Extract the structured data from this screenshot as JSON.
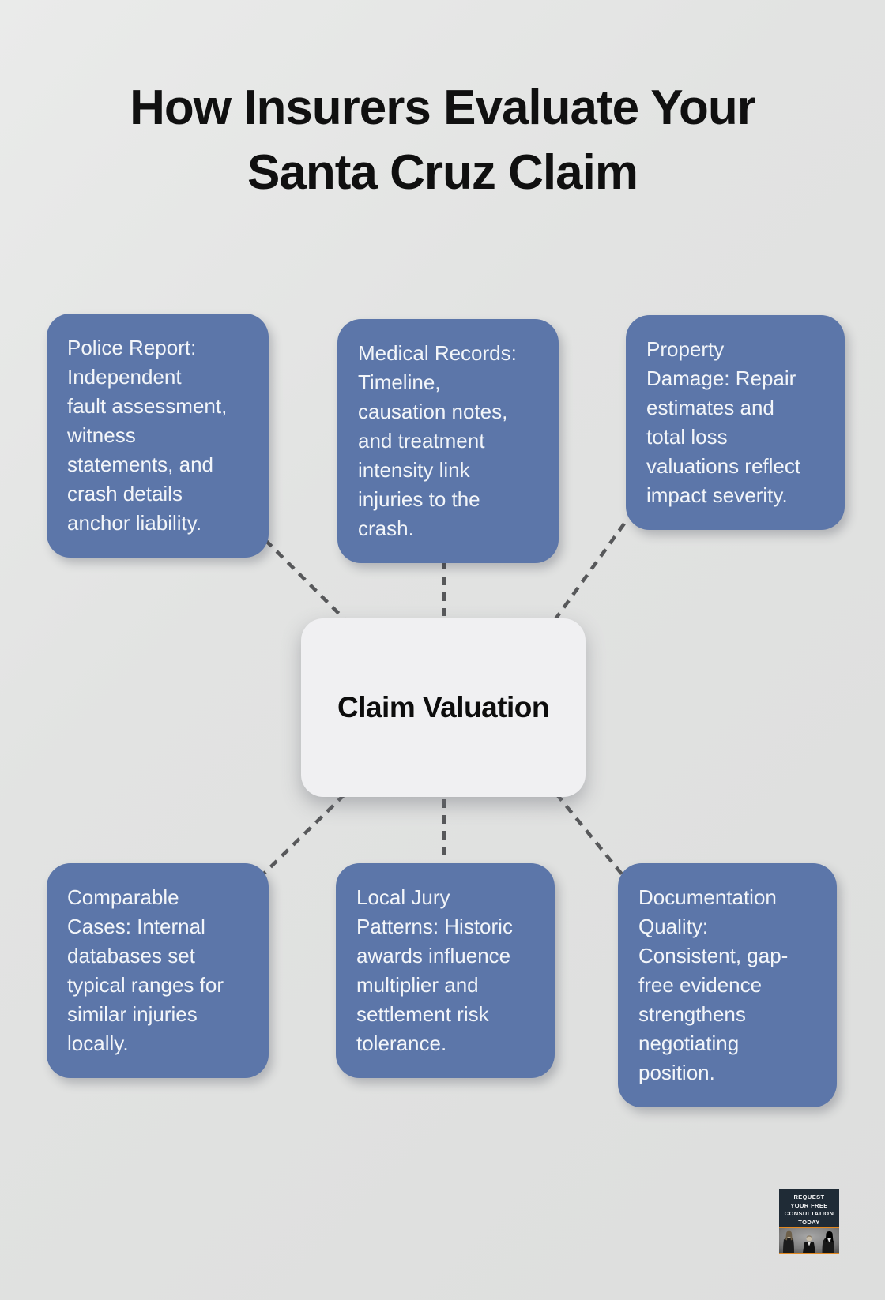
{
  "title": {
    "lines": [
      "How Insurers Evaluate Your",
      "Santa Cruz Claim"
    ]
  },
  "center_node": {
    "label": "Claim Valuation"
  },
  "factors": [
    {
      "name": "police-report",
      "lines": [
        "Police Report:",
        "Independent",
        "fault assessment,",
        "witness",
        "statements, and",
        "crash details",
        "anchor liability."
      ]
    },
    {
      "name": "medical-records",
      "lines": [
        "Medical Records:",
        "Timeline,",
        "causation notes,",
        "and treatment",
        "intensity link",
        "injuries to the",
        "crash."
      ]
    },
    {
      "name": "property-damage",
      "lines": [
        "Property",
        "Damage: Repair",
        "estimates and",
        "total loss",
        "valuations reflect",
        "impact severity."
      ]
    },
    {
      "name": "comparable-cases",
      "lines": [
        "Comparable",
        "Cases: Internal",
        "databases set",
        "typical ranges for",
        "similar injuries",
        "locally."
      ]
    },
    {
      "name": "local-jury-patterns",
      "lines": [
        "Local Jury",
        "Patterns: Historic",
        "awards influence",
        "multiplier and",
        "settlement risk",
        "tolerance."
      ]
    },
    {
      "name": "documentation-quality",
      "lines": [
        "Documentation",
        "Quality:",
        "Consistent, gap-",
        "free evidence",
        "strengthens",
        "negotiating",
        "position."
      ]
    }
  ],
  "consultation_badge": {
    "lines": [
      "REQUEST",
      "YOUR FREE",
      "CONSULTATION",
      "TODAY"
    ]
  },
  "colors": {
    "background": "#e2e3e2",
    "card_fill": "#5c76a9",
    "card_text": "#f2f5f9",
    "center_fill": "#f0f0f2",
    "title_text": "#101010",
    "connector": "#57585a",
    "badge_background": "#1f2b36",
    "badge_accent": "#e2881f",
    "badge_text": "#f5f6f7"
  }
}
